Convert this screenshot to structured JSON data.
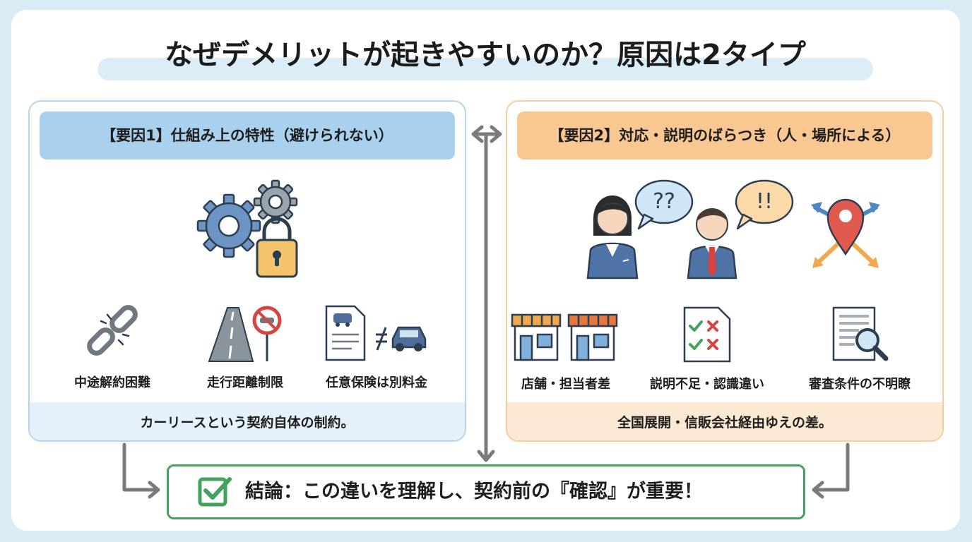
{
  "title": "なぜデメリットが起きやすいのか？原因は2タイプ",
  "factor1": {
    "heading": "【要因1】仕組み上の特性（避けられない）",
    "items": [
      "中途解約困難",
      "走行距離制限",
      "任意保険は別料金"
    ],
    "footer": "カーリースという契約自体の制約。"
  },
  "factor2": {
    "heading": "【要因2】対応・説明のばらつき（人・場所による）",
    "bubbles": [
      "??",
      "!!"
    ],
    "items": [
      "店舗・担当者差",
      "説明不足・認識違い",
      "審査条件の不明瞭"
    ],
    "footer": "全国展開・信販会社経由ゆえの差。"
  },
  "conclusion": "結論：この違いを理解し、契約前の『確認』が重要！",
  "colors": {
    "factor1_accent": "#a9d1ee",
    "factor2_accent": "#f8c792",
    "conclusion_border": "#43a25e",
    "arrow": "#7b7b7b"
  }
}
